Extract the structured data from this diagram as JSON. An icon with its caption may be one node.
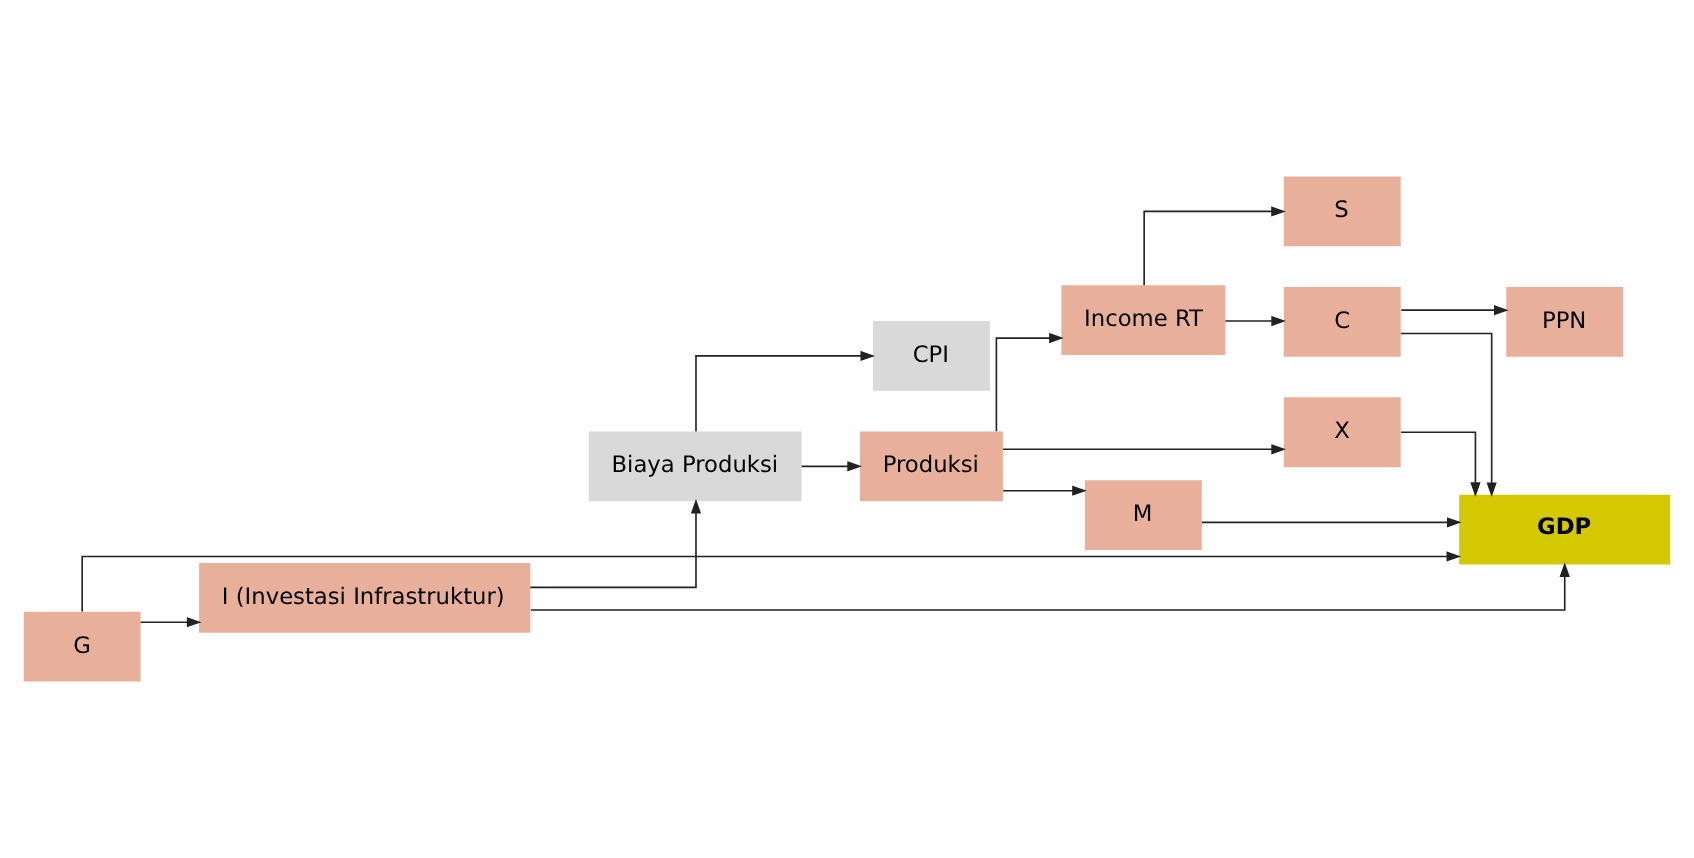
{
  "diagram": {
    "nodes": [
      {
        "text": [
          "G"
        ]
      },
      {
        "text": [
          "I (Investasi Infrastruktur)"
        ]
      },
      {
        "text": [
          "Biaya Produksi"
        ]
      },
      {
        "text": [
          "CPI"
        ]
      },
      {
        "text": [
          "Produksi"
        ]
      },
      {
        "text": [
          "Income RT"
        ]
      },
      {
        "text": [
          "S"
        ]
      },
      {
        "text": [
          "C"
        ]
      },
      {
        "text": [
          "PPN"
        ]
      },
      {
        "text": [
          "X"
        ]
      },
      {
        "text": [
          "M"
        ]
      },
      {
        "text": [
          "GDP"
        ]
      }
    ],
    "edges": [
      {
        "from": 0,
        "to": 1,
        "arrow": "to"
      },
      {
        "from": 1,
        "to": 2,
        "arrow": "to"
      },
      {
        "from": 2,
        "to": 3,
        "arrow": "to"
      },
      {
        "from": 2,
        "to": 4,
        "arrow": "to"
      },
      {
        "from": 4,
        "to": 5,
        "arrow": "to"
      },
      {
        "from": 4,
        "to": 9,
        "arrow": "to"
      },
      {
        "from": 4,
        "to": 10,
        "arrow": "to"
      },
      {
        "from": 5,
        "to": 6,
        "arrow": "to"
      },
      {
        "from": 5,
        "to": 7,
        "arrow": "to"
      },
      {
        "from": 7,
        "to": 8,
        "arrow": "to"
      },
      {
        "from": 7,
        "to": 11,
        "arrow": "to"
      },
      {
        "from": 9,
        "to": 11,
        "arrow": "to"
      },
      {
        "from": 10,
        "to": 11,
        "arrow": "to"
      },
      {
        "from": 1,
        "to": 11,
        "arrow": "to"
      },
      {
        "from": 0,
        "to": 11,
        "arrow": "to"
      }
    ]
  }
}
